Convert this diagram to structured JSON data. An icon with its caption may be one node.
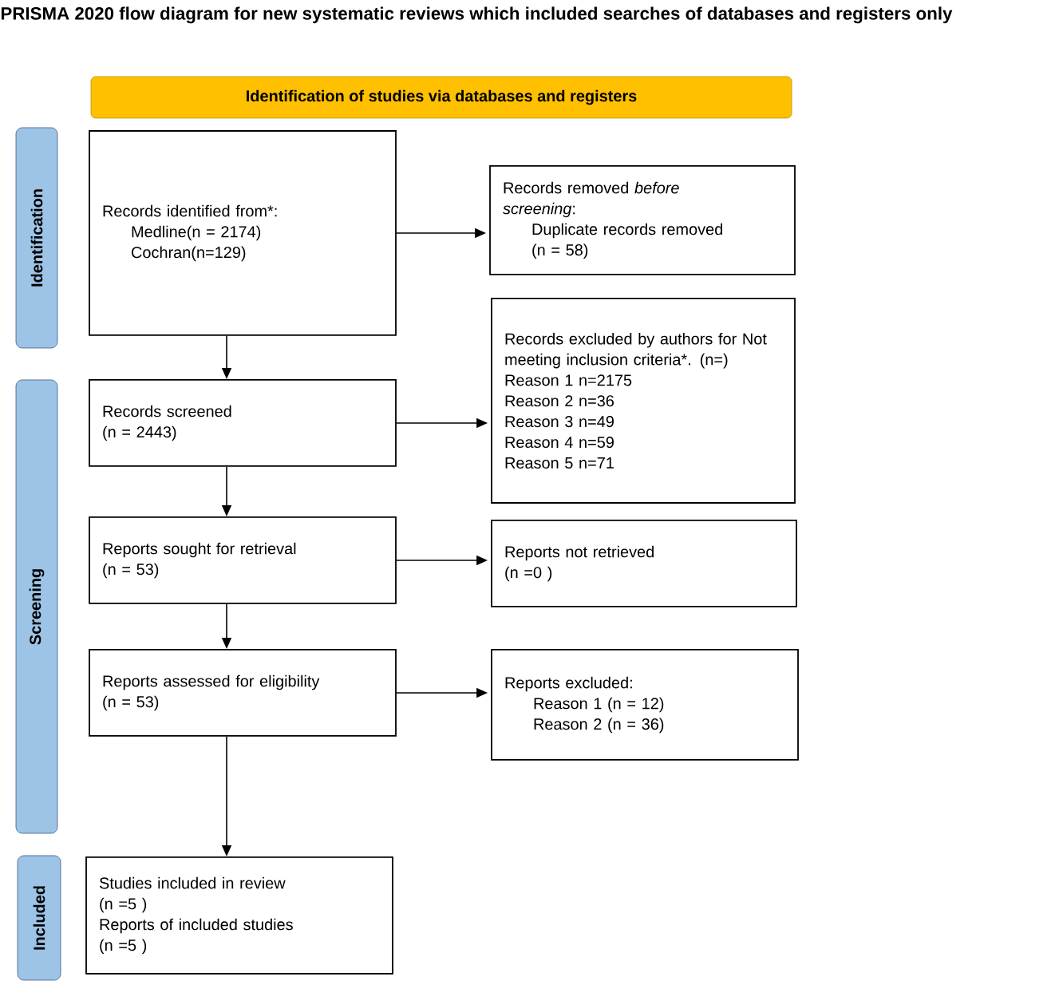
{
  "diagram": {
    "title": "PRISMA 2020 flow diagram for new systematic reviews which included searches of databases and registers only",
    "nodes": [
      {
        "text": [
          "Identification of studies via databases and registers"
        ]
      },
      {
        "text": [
          "Identification"
        ]
      },
      {
        "text": [
          "Records identified from*:",
          "Medline(n = 2174)",
          "Cochran(n=129)"
        ]
      },
      {
        "text": [
          "Records removed *before screening*:",
          "Duplicate records removed",
          "(n = 58)"
        ]
      },
      {
        "text": [
          "Screening"
        ]
      },
      {
        "text": [
          "Records screened",
          "(n = 2443)"
        ]
      },
      {
        "text": [
          "Records excluded by authors for Not meeting inclusion criteria*. (n=)",
          "Reason 1 n=2175",
          "Reason 2 n=36",
          "Reason 3 n=49",
          "Reason 4 n=59",
          "Reason 5 n=71"
        ]
      },
      {
        "text": [
          "Reports sought for retrieval",
          "(n = 53)"
        ]
      },
      {
        "text": [
          "Reports not retrieved",
          "(n =0 )"
        ]
      },
      {
        "text": [
          "Reports assessed for eligibility",
          "(n = 53)"
        ]
      },
      {
        "text": [
          "Reports excluded:",
          "Reason 1 (n = 12)",
          "Reason 2 (n = 36)"
        ]
      },
      {
        "text": [
          "Included"
        ]
      },
      {
        "text": [
          "Studies included in review",
          "(n =5 )",
          "Reports of included studies",
          "(n =5 )"
        ]
      }
    ],
    "edges": [
      {
        "from": 2,
        "to": 5,
        "arrow": "to"
      },
      {
        "from": 5,
        "to": 7,
        "arrow": "to"
      },
      {
        "from": 7,
        "to": 9,
        "arrow": "to"
      },
      {
        "from": 9,
        "to": 12,
        "arrow": "to"
      },
      {
        "from": 2,
        "to": 3,
        "arrow": "to"
      },
      {
        "from": 5,
        "to": 6,
        "arrow": "to"
      },
      {
        "from": 7,
        "to": 8,
        "arrow": "to"
      },
      {
        "from": 9,
        "to": 10,
        "arrow": "to"
      }
    ]
  }
}
